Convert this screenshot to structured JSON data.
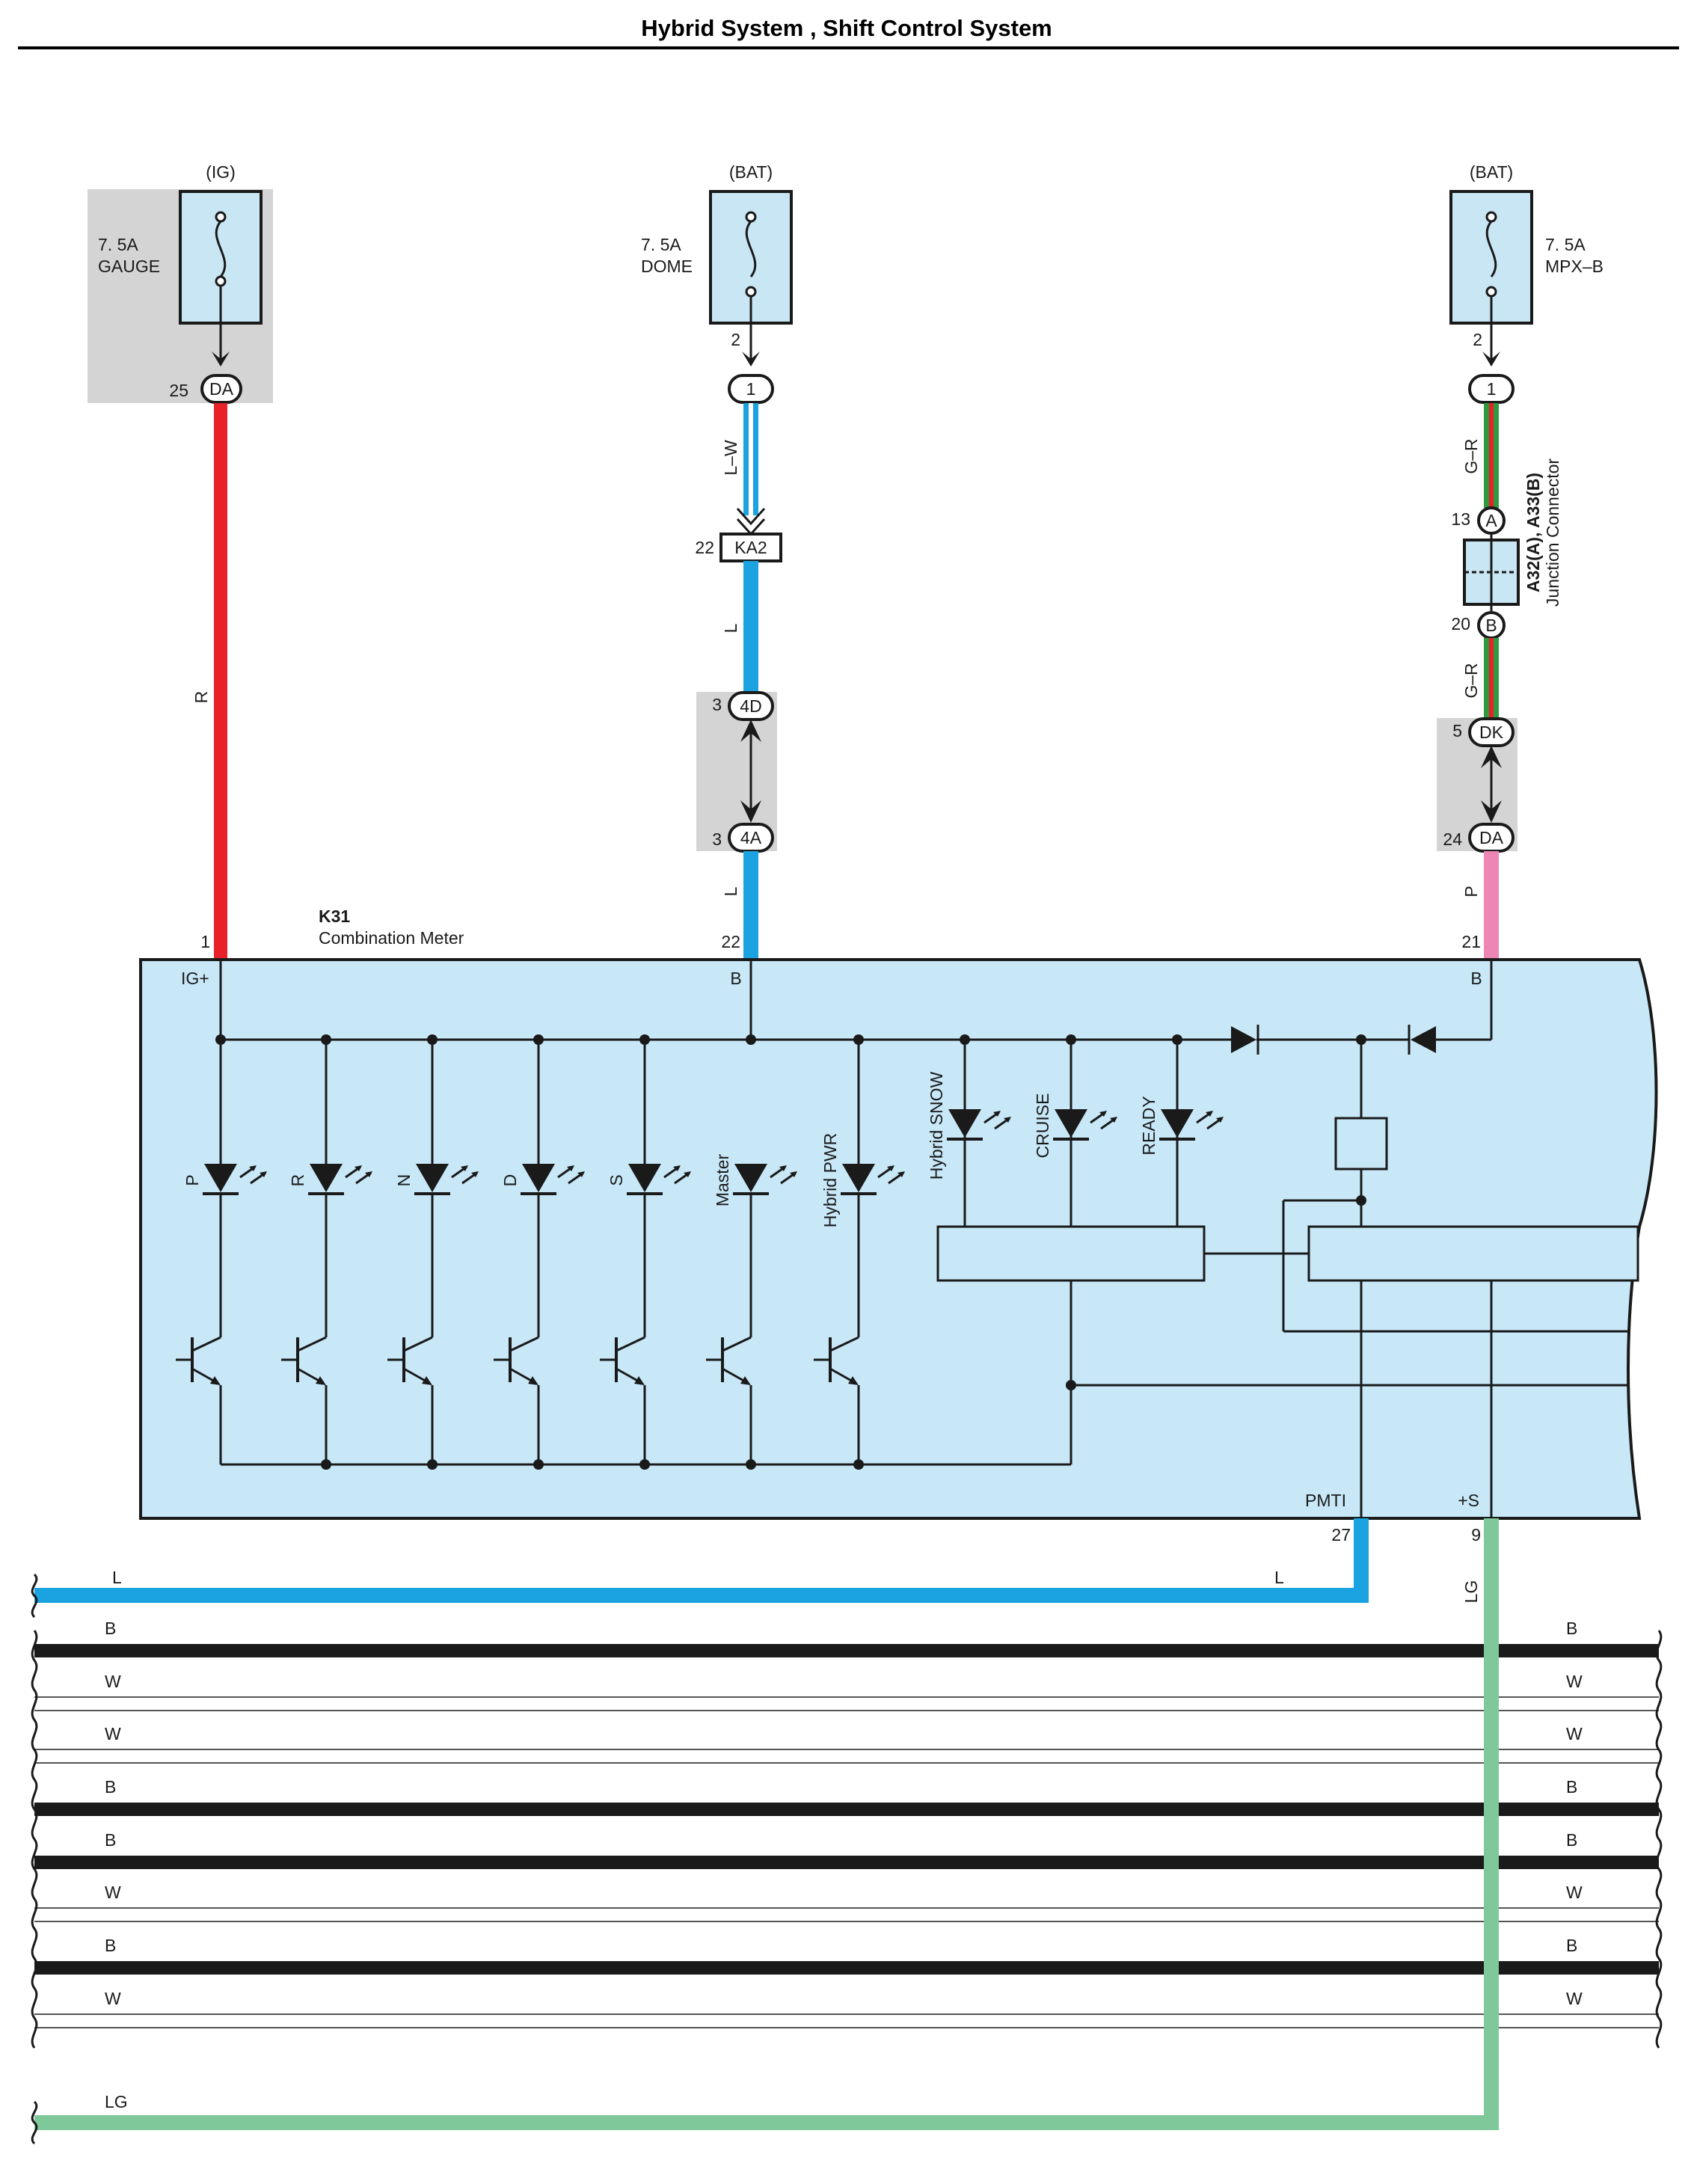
{
  "title": "Hybrid System , Shift Control System",
  "colors": {
    "red": "#e8202a",
    "blue": "#1aa3e0",
    "pink": "#ee86b4",
    "lightgreen": "#7ec89a",
    "green": "#2e9a3e",
    "fuse_fill": "#c8e6f4",
    "meter_fill": "#c8e8f8",
    "connector_shade": "#d4d4d4",
    "black": "#1a1a1a"
  },
  "fuses": [
    {
      "source": "(IG)",
      "rating": "7. 5A",
      "name": "GAUGE",
      "out_pin": "25",
      "connector": "DA"
    },
    {
      "source": "(BAT)",
      "rating": "7. 5A",
      "name": "DOME",
      "out_pin": "2",
      "connector": "1"
    },
    {
      "source": "(BAT)",
      "rating": "7. 5A",
      "name": "MPX–B",
      "out_pin": "2",
      "connector": "1"
    }
  ],
  "wire_labels": {
    "ig_red": "R",
    "dome_lw": "L–W",
    "dome_l1": "L",
    "dome_l2": "L",
    "mpx_gr1": "G–R",
    "mpx_gr2": "G–R",
    "mpx_p": "P",
    "pmti_l_left": "L",
    "pmti_l_right": "L",
    "s_lg": "LG",
    "bottom_lg": "LG"
  },
  "connectors": {
    "ka2": {
      "pin": "22",
      "name": "KA2"
    },
    "c4d": {
      "pin": "3",
      "name": "4D"
    },
    "c4a": {
      "pin": "3",
      "name": "4A"
    },
    "ja": {
      "pin": "13",
      "name": "A"
    },
    "jb": {
      "pin": "20",
      "name": "B"
    },
    "dk": {
      "pin": "5",
      "name": "DK"
    },
    "da2": {
      "pin": "24",
      "name": "DA"
    },
    "junction_label": "A32(A), A33(B)",
    "junction_sub": "Junction Connector"
  },
  "meter": {
    "id": "K31",
    "name": "Combination Meter",
    "pins": {
      "igp": {
        "num": "1",
        "name": "IG+"
      },
      "b1": {
        "num": "22",
        "name": "B"
      },
      "b2": {
        "num": "21",
        "name": "B"
      },
      "pmti": {
        "num": "27",
        "name": "PMTI"
      },
      "s": {
        "num": "9",
        "name": "+S"
      }
    },
    "indicators": [
      "P",
      "R",
      "N",
      "D",
      "S",
      "Master",
      "Hybrid PWR"
    ],
    "upper_indicators": [
      "Hybrid SNOW",
      "CRUISE",
      "READY"
    ]
  },
  "bus_wires": [
    {
      "label": "B",
      "color": "black"
    },
    {
      "label": "W",
      "color": "white"
    },
    {
      "label": "W",
      "color": "white"
    },
    {
      "label": "B",
      "color": "black"
    },
    {
      "label": "B",
      "color": "black"
    },
    {
      "label": "W",
      "color": "white"
    },
    {
      "label": "B",
      "color": "black"
    },
    {
      "label": "W",
      "color": "white"
    }
  ]
}
